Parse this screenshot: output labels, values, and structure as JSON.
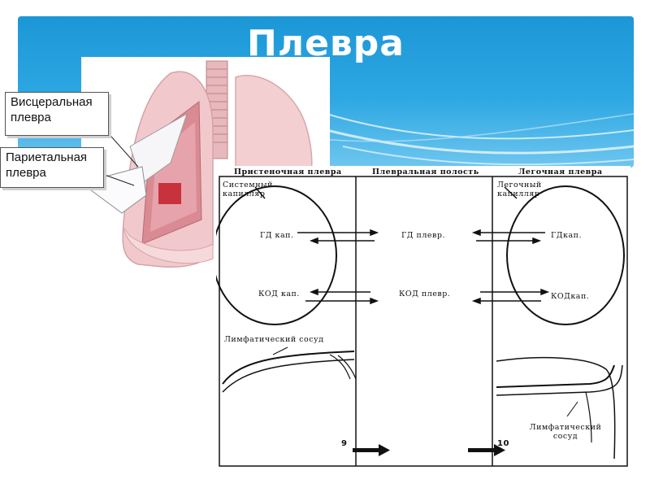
{
  "slide": {
    "title": "Плевра"
  },
  "callouts": {
    "visceral": "Висцеральная плевра",
    "parietal": "Париетальная плевра"
  },
  "scheme": {
    "headers": {
      "parietal": "Пристеночная плевра",
      "cavity": "Плевральная полость",
      "pulmonary": "Легочная плевра"
    },
    "left_capillary": "Системный капилляр",
    "right_capillary": "Легочный капилляр",
    "gd_cap_left": "ГД кап.",
    "kod_cap_left": "КОД кап.",
    "gd_pleural": "ГД плевр.",
    "kod_pleural": "КОД плевр.",
    "gd_cap_right": "ГДкап.",
    "kod_cap_right": "КОДкап.",
    "lymph_left": "Лимфатический сосуд",
    "lymph_right": "Лимфатический сосуд",
    "fig_left": "9",
    "fig_right": "10"
  },
  "colors": {
    "banner_blue": "#1c97d6",
    "lung_pink": "#f0c6c8",
    "pleura_red": "#c8323c"
  }
}
